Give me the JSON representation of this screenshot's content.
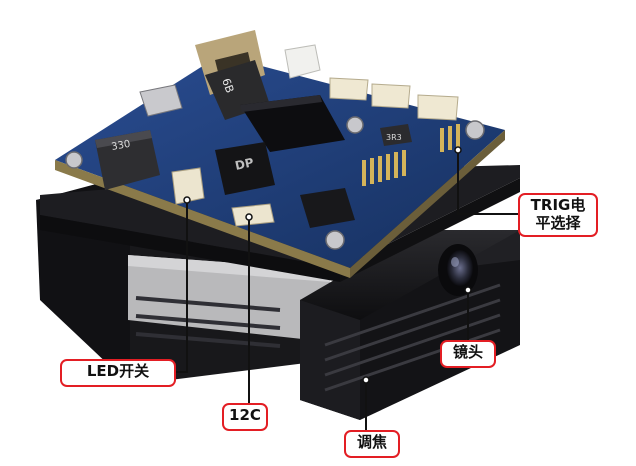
{
  "callouts": {
    "trig_line1": "TRIG电",
    "trig_line2": "平选择",
    "lens": "镜头",
    "led_switch": "LED开关",
    "i2c": "12C",
    "focus": "调焦"
  },
  "board": {
    "inductor_text": "330",
    "dp_chip_text": "DP",
    "ic_text": "6B",
    "module_text": "3R3"
  },
  "colors": {
    "callout_border": "#e31e24",
    "pcb_blue": "#1f3d7a",
    "housing": "#141416",
    "leader_line": "#111111"
  }
}
